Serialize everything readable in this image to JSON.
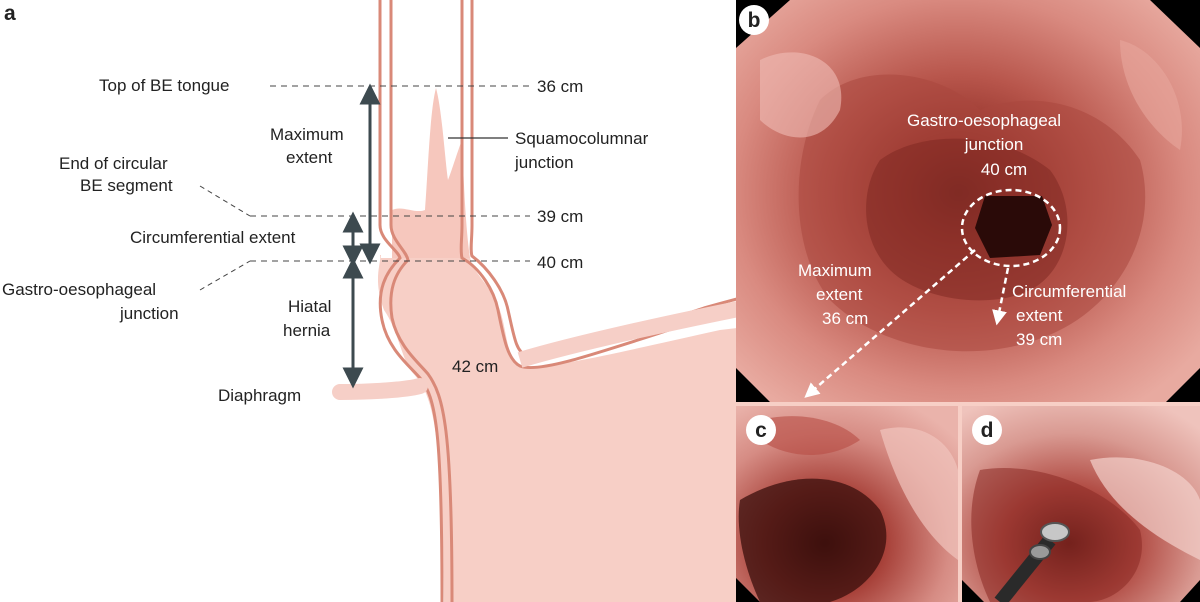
{
  "panel_a": {
    "letter": "a",
    "labels": {
      "top_be_tongue": "Top of BE tongue",
      "maximum": "Maximum",
      "extent": "extent",
      "end_of_circular": "End of circular",
      "be_segment": "BE segment",
      "circumferential_extent": "Circumferential extent",
      "gastro_oesophageal": "Gastro-oesophageal",
      "junction": "junction",
      "hiatal": "Hiatal",
      "hernia": "hernia",
      "diaphragm": "Diaphragm",
      "squamocolumnar": "Squamocolumnar",
      "sq_junction": "junction"
    },
    "measurements": {
      "m36": "36 cm",
      "m39": "39 cm",
      "m40": "40 cm",
      "m42": "42 cm"
    }
  },
  "panel_b": {
    "letter": "b",
    "gej_line1": "Gastro-oesophageal",
    "gej_line2": "junction",
    "gej_line3": "40 cm",
    "max_line1": "Maximum",
    "max_line2": "extent",
    "max_line3": "36 cm",
    "circ_line1": "Circumferential",
    "circ_line2": "extent",
    "circ_line3": "39 cm"
  },
  "panel_c": {
    "letter": "c"
  },
  "panel_d": {
    "letter": "d"
  },
  "colors": {
    "tissue_fill": "#f7cfc6",
    "wall_stroke": "#d98978",
    "arrow": "#3d4a4f"
  }
}
